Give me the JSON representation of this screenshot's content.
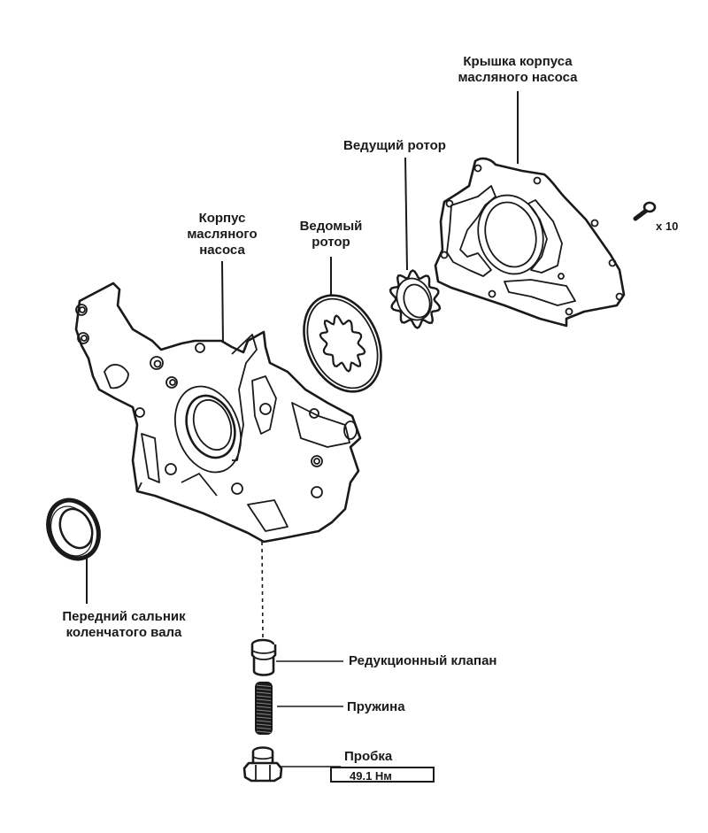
{
  "labels": {
    "pump_cover": [
      "Крышка корпуса",
      "масляного насоса"
    ],
    "drive_rotor": "Ведущий ротор",
    "bolts_count": "x 10",
    "pump_body": [
      "Корпус",
      "масляного",
      "насоса"
    ],
    "driven_rotor": [
      "Ведомый",
      "ротор"
    ],
    "front_seal": [
      "Передний сальник",
      "коленчатого вала"
    ],
    "relief_valve": "Редукционный клапан",
    "spring": "Пружина",
    "plug": "Пробка",
    "plug_torque": "49.1 Нм"
  },
  "colors": {
    "ink": "#1a1a1a",
    "background": "#ffffff"
  }
}
